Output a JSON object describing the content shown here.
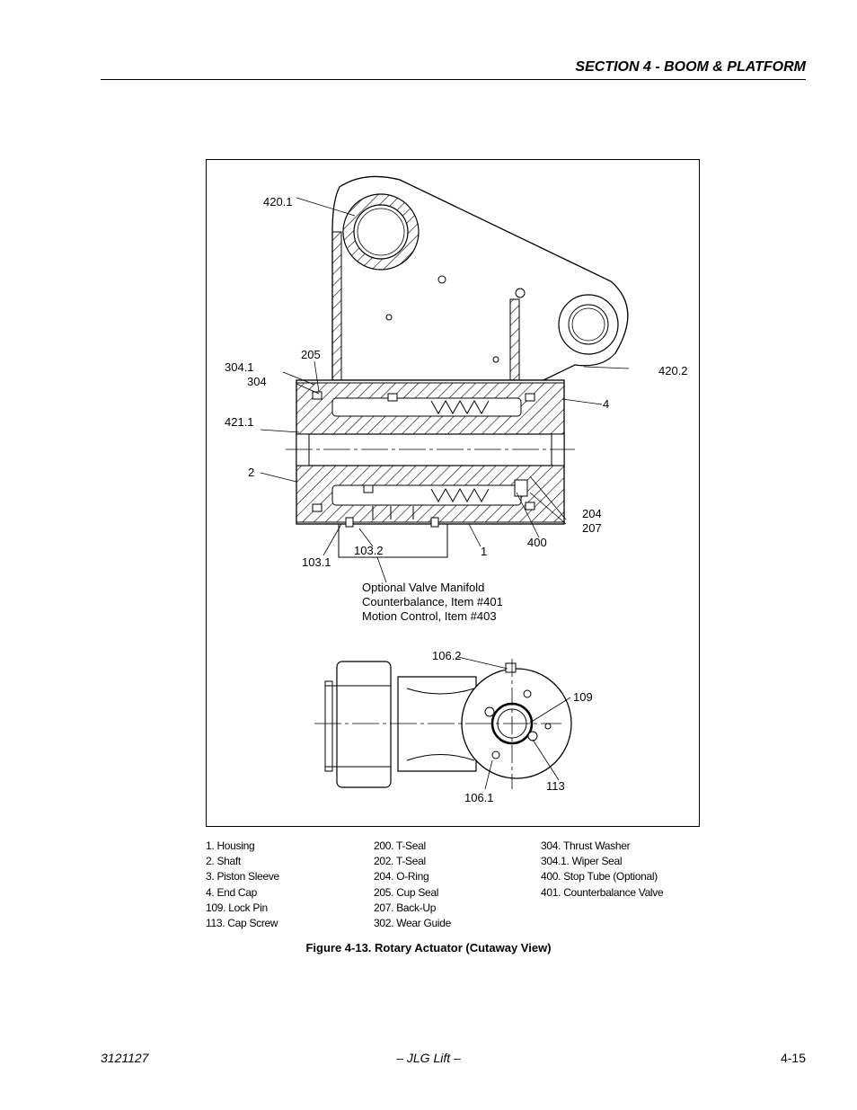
{
  "header": {
    "section_title": "SECTION 4 - BOOM & PLATFORM"
  },
  "figure": {
    "callouts": {
      "c420_1": "420.1",
      "c420_2": "420.2",
      "c205": "205",
      "c304_1": "304.1",
      "c304": "304",
      "c4": "4",
      "c421_1": "421.1",
      "c2": "2",
      "c204": "204",
      "c207": "207",
      "c400": "400",
      "c1": "1",
      "c103_2": "103.2",
      "c103_1": "103.1",
      "c106_2": "106.2",
      "c109": "109",
      "c113": "113",
      "c106_1": "106.1"
    },
    "valve_note": [
      "Optional Valve Manifold",
      "Counterbalance, Item #401",
      "Motion Control, Item #403"
    ]
  },
  "legend": {
    "col1": [
      "1.    Housing",
      "2.    Shaft",
      "3.    Piston Sleeve",
      "4.    End Cap",
      "109. Lock Pin",
      "113. Cap Screw"
    ],
    "col2": [
      "200.  T-Seal",
      "202.  T-Seal",
      "204.  O-Ring",
      "205.  Cup Seal",
      "207.  Back-Up",
      "302.  Wear Guide"
    ],
    "col3": [
      "304.  Thrust Washer",
      "304.1. Wiper Seal",
      "400.   Stop Tube (Optional)",
      "401.   Counterbalance Valve"
    ]
  },
  "caption": "Figure 4-13.  Rotary Actuator (Cutaway View)",
  "footer": {
    "doc_number": "3121127",
    "publisher": "– JLG Lift –",
    "page": "4-15"
  }
}
